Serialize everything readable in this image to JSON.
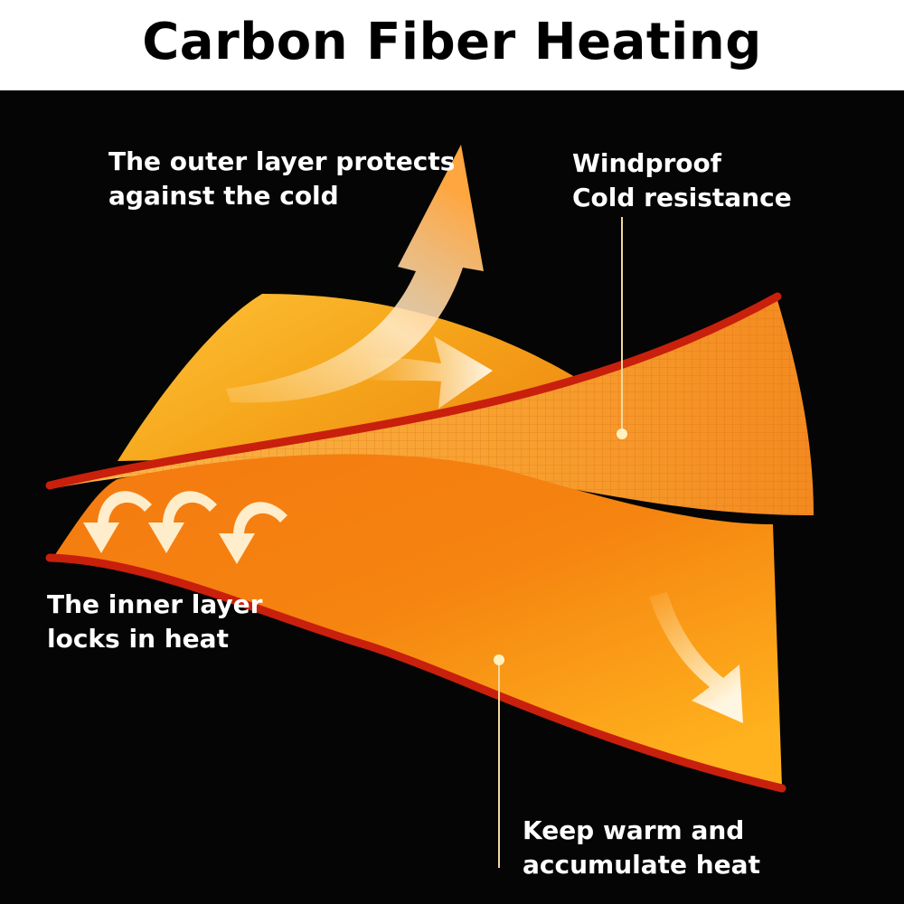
{
  "header": {
    "title": "Carbon Fiber Heating"
  },
  "labels": {
    "outer_layer": {
      "line1": "The outer layer protects",
      "line2": "against the cold"
    },
    "windproof": {
      "line1": "Windproof",
      "line2": "Cold resistance"
    },
    "inner_layer": {
      "line1": "The inner layer",
      "line2": "locks in heat"
    },
    "keep_warm": {
      "line1": "Keep warm and",
      "line2": "accumulate heat"
    }
  },
  "colors": {
    "background": "#050505",
    "outer_fabric": "#f6a81c",
    "inner_fabric": "#f27a12",
    "edge": "#c8200c",
    "arrow": "#fff3d6",
    "text": "#ffffff"
  }
}
